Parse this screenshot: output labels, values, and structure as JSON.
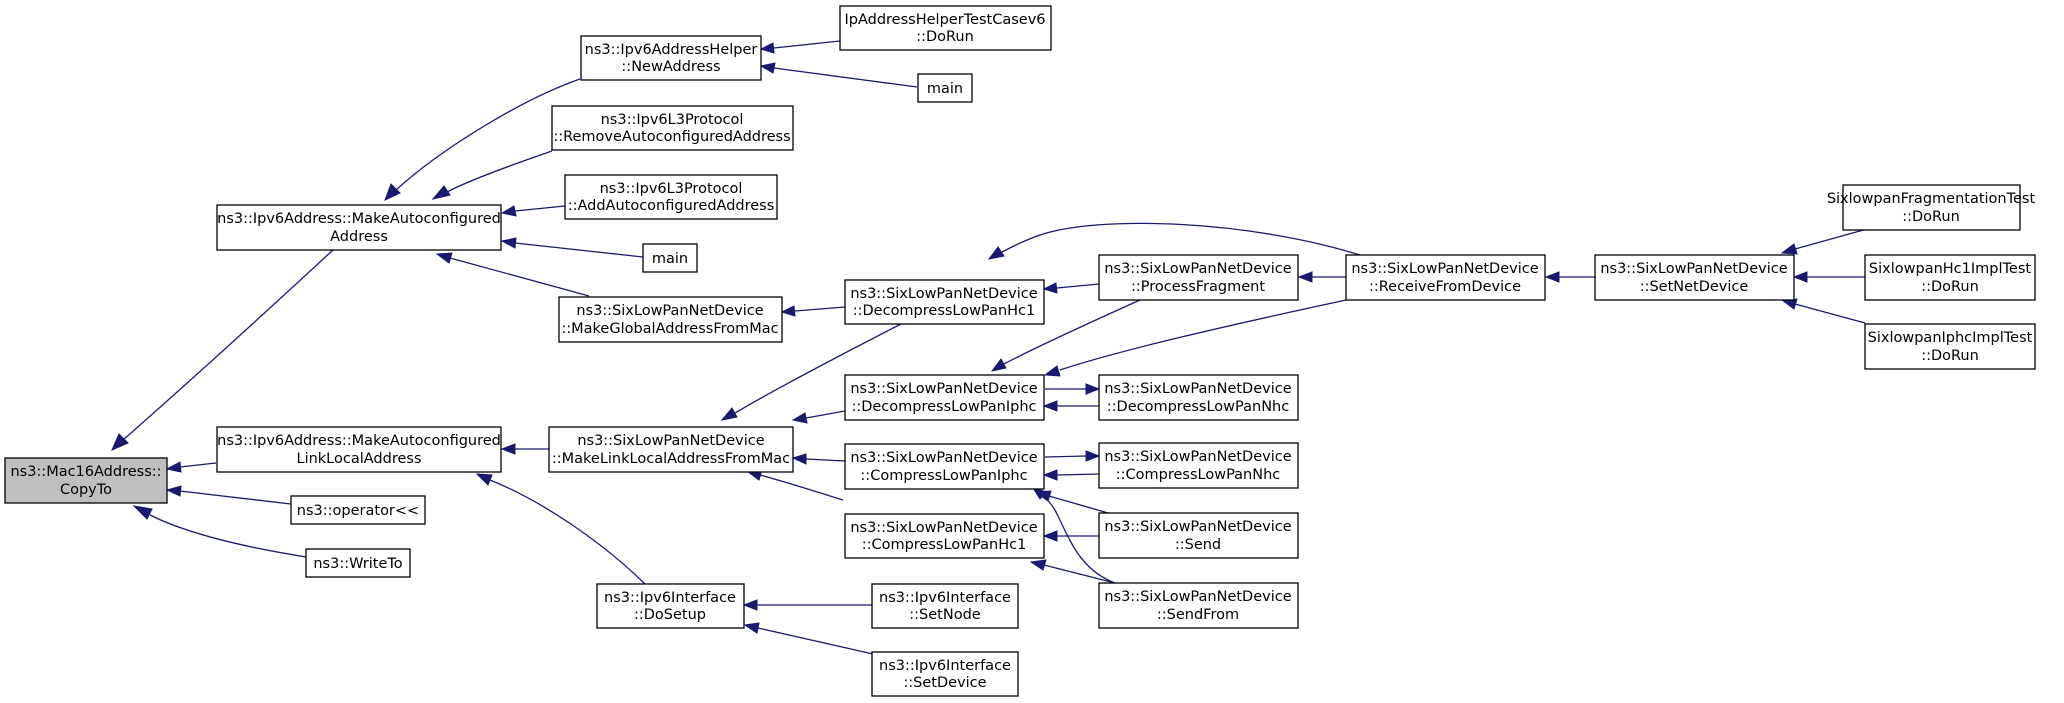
{
  "graph": {
    "edge_color": "#191970",
    "root_fill": "#bfbfbf",
    "node_fill": "#ffffff",
    "nodes": [
      {
        "id": "root",
        "lines": [
          "ns3::Mac16Address::",
          "CopyTo"
        ]
      },
      {
        "id": "makeauto",
        "lines": [
          "ns3::Ipv6Address::MakeAutoconfigured",
          "Address"
        ]
      },
      {
        "id": "makelinklocal",
        "lines": [
          "ns3::Ipv6Address::MakeAutoconfigured",
          "LinkLocalAddress"
        ]
      },
      {
        "id": "operator",
        "lines": [
          "ns3::operator<<"
        ]
      },
      {
        "id": "writeto",
        "lines": [
          "ns3::WriteTo"
        ]
      },
      {
        "id": "newaddress",
        "lines": [
          "ns3::Ipv6AddressHelper",
          "::NewAddress"
        ]
      },
      {
        "id": "removeauto",
        "lines": [
          "ns3::Ipv6L3Protocol",
          "::RemoveAutoconfiguredAddress"
        ]
      },
      {
        "id": "addauto",
        "lines": [
          "ns3::Ipv6L3Protocol",
          "::AddAutoconfiguredAddress"
        ]
      },
      {
        "id": "main1",
        "lines": [
          "main"
        ]
      },
      {
        "id": "makeglobal",
        "lines": [
          "ns3::SixLowPanNetDevice",
          "::MakeGlobalAddressFromMac"
        ]
      },
      {
        "id": "makelinkmac",
        "lines": [
          "ns3::SixLowPanNetDevice",
          "::MakeLinkLocalAddressFromMac"
        ]
      },
      {
        "id": "dosetup",
        "lines": [
          "ns3::Ipv6Interface",
          "::DoSetup"
        ]
      },
      {
        "id": "iptest",
        "lines": [
          "IpAddressHelperTestCasev6",
          "::DoRun"
        ]
      },
      {
        "id": "main2",
        "lines": [
          "main"
        ]
      },
      {
        "id": "decomphc1",
        "lines": [
          "ns3::SixLowPanNetDevice",
          "::DecompressLowPanHc1"
        ]
      },
      {
        "id": "decompiphc",
        "lines": [
          "ns3::SixLowPanNetDevice",
          "::DecompressLowPanIphc"
        ]
      },
      {
        "id": "compiphc",
        "lines": [
          "ns3::SixLowPanNetDevice",
          "::CompressLowPanIphc"
        ]
      },
      {
        "id": "comphc1",
        "lines": [
          "ns3::SixLowPanNetDevice",
          "::CompressLowPanHc1"
        ]
      },
      {
        "id": "setnode",
        "lines": [
          "ns3::Ipv6Interface",
          "::SetNode"
        ]
      },
      {
        "id": "setdevice",
        "lines": [
          "ns3::Ipv6Interface",
          "::SetDevice"
        ]
      },
      {
        "id": "procfrag",
        "lines": [
          "ns3::SixLowPanNetDevice",
          "::ProcessFragment"
        ]
      },
      {
        "id": "decompnhc",
        "lines": [
          "ns3::SixLowPanNetDevice",
          "::DecompressLowPanNhc"
        ]
      },
      {
        "id": "compnhc",
        "lines": [
          "ns3::SixLowPanNetDevice",
          "::CompressLowPanNhc"
        ]
      },
      {
        "id": "send",
        "lines": [
          "ns3::SixLowPanNetDevice",
          "::Send"
        ]
      },
      {
        "id": "sendfrom",
        "lines": [
          "ns3::SixLowPanNetDevice",
          "::SendFrom"
        ]
      },
      {
        "id": "recvfrom",
        "lines": [
          "ns3::SixLowPanNetDevice",
          "::ReceiveFromDevice"
        ]
      },
      {
        "id": "setnetdev",
        "lines": [
          "ns3::SixLowPanNetDevice",
          "::SetNetDevice"
        ]
      },
      {
        "id": "fragtest",
        "lines": [
          "SixlowpanFragmentationTest",
          "::DoRun"
        ]
      },
      {
        "id": "hc1test",
        "lines": [
          "SixlowpanHc1ImplTest",
          "::DoRun"
        ]
      },
      {
        "id": "iphctest",
        "lines": [
          "SixlowpanIphcImplTest",
          "::DoRun"
        ]
      }
    ]
  }
}
